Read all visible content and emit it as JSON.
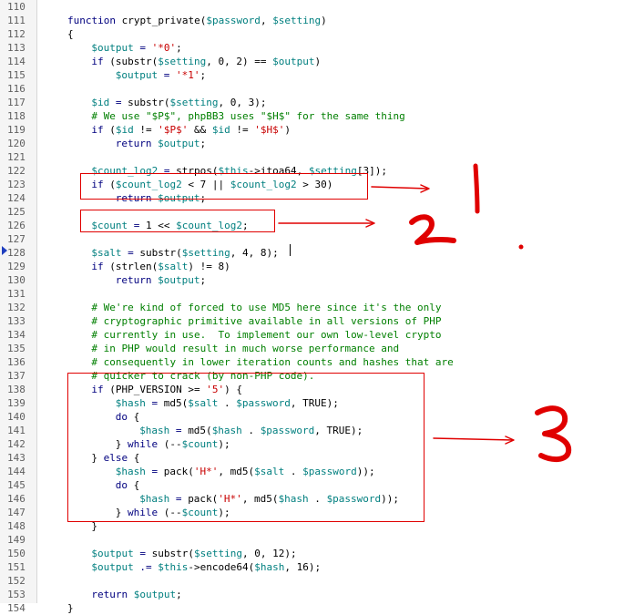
{
  "editor": {
    "lines": [
      {
        "num": "110",
        "tokens": []
      },
      {
        "num": "111",
        "indent": 0,
        "tokens": [
          [
            "kw",
            "function "
          ],
          [
            "pl",
            "crypt_private("
          ],
          [
            "var",
            "$password"
          ],
          [
            "pl",
            ", "
          ],
          [
            "var",
            "$setting"
          ],
          [
            "pl",
            ")"
          ]
        ]
      },
      {
        "num": "112",
        "indent": 0,
        "tokens": [
          [
            "pl",
            "{"
          ]
        ]
      },
      {
        "num": "113",
        "indent": 1,
        "tokens": [
          [
            "var",
            "$output"
          ],
          [
            "op",
            " = "
          ],
          [
            "str",
            "'*0'"
          ],
          [
            "pl",
            ";"
          ]
        ]
      },
      {
        "num": "114",
        "indent": 1,
        "tokens": [
          [
            "kw",
            "if "
          ],
          [
            "pl",
            "(substr("
          ],
          [
            "var",
            "$setting"
          ],
          [
            "pl",
            ", 0, 2) == "
          ],
          [
            "var",
            "$output"
          ],
          [
            "pl",
            ")"
          ]
        ]
      },
      {
        "num": "115",
        "indent": 2,
        "tokens": [
          [
            "var",
            "$output"
          ],
          [
            "op",
            " = "
          ],
          [
            "str",
            "'*1'"
          ],
          [
            "pl",
            ";"
          ]
        ]
      },
      {
        "num": "116",
        "tokens": []
      },
      {
        "num": "117",
        "indent": 1,
        "tokens": [
          [
            "var",
            "$id"
          ],
          [
            "op",
            " = "
          ],
          [
            "pl",
            "substr("
          ],
          [
            "var",
            "$setting"
          ],
          [
            "pl",
            ", 0, 3);"
          ]
        ]
      },
      {
        "num": "118",
        "indent": 1,
        "tokens": [
          [
            "cmt",
            "# We use \"$P$\", phpBB3 uses \"$H$\" for the same thing"
          ]
        ]
      },
      {
        "num": "119",
        "indent": 1,
        "tokens": [
          [
            "kw",
            "if "
          ],
          [
            "pl",
            "("
          ],
          [
            "var",
            "$id"
          ],
          [
            "pl",
            " != "
          ],
          [
            "str",
            "'$P$'"
          ],
          [
            "pl",
            " && "
          ],
          [
            "var",
            "$id"
          ],
          [
            "pl",
            " != "
          ],
          [
            "str",
            "'$H$'"
          ],
          [
            "pl",
            ")"
          ]
        ]
      },
      {
        "num": "120",
        "indent": 2,
        "tokens": [
          [
            "kw",
            "return "
          ],
          [
            "var",
            "$output"
          ],
          [
            "pl",
            ";"
          ]
        ]
      },
      {
        "num": "121",
        "tokens": []
      },
      {
        "num": "122",
        "indent": 1,
        "tokens": [
          [
            "var",
            "$count_log2"
          ],
          [
            "op",
            " = "
          ],
          [
            "pl",
            "strpos("
          ],
          [
            "var",
            "$this"
          ],
          [
            "pl",
            "->itoa64, "
          ],
          [
            "var",
            "$setting"
          ],
          [
            "pl",
            "[3]);"
          ]
        ]
      },
      {
        "num": "123",
        "indent": 1,
        "tokens": [
          [
            "kw",
            "if "
          ],
          [
            "pl",
            "("
          ],
          [
            "var",
            "$count_log2"
          ],
          [
            "pl",
            " < 7 || "
          ],
          [
            "var",
            "$count_log2"
          ],
          [
            "pl",
            " > 30)"
          ]
        ]
      },
      {
        "num": "124",
        "indent": 2,
        "tokens": [
          [
            "kw",
            "return "
          ],
          [
            "var",
            "$output"
          ],
          [
            "pl",
            ";"
          ]
        ]
      },
      {
        "num": "125",
        "tokens": []
      },
      {
        "num": "126",
        "indent": 1,
        "tokens": [
          [
            "var",
            "$count"
          ],
          [
            "op",
            " = "
          ],
          [
            "pl",
            "1 << "
          ],
          [
            "var",
            "$count_log2"
          ],
          [
            "pl",
            ";"
          ]
        ]
      },
      {
        "num": "127",
        "tokens": []
      },
      {
        "num": "128",
        "indent": 1,
        "tokens": [
          [
            "var",
            "$salt"
          ],
          [
            "op",
            " = "
          ],
          [
            "pl",
            "substr("
          ],
          [
            "var",
            "$setting"
          ],
          [
            "pl",
            ", 4, 8);"
          ]
        ]
      },
      {
        "num": "129",
        "indent": 1,
        "tokens": [
          [
            "kw",
            "if "
          ],
          [
            "pl",
            "(strlen("
          ],
          [
            "var",
            "$salt"
          ],
          [
            "pl",
            ") != 8)"
          ]
        ]
      },
      {
        "num": "130",
        "indent": 2,
        "tokens": [
          [
            "kw",
            "return "
          ],
          [
            "var",
            "$output"
          ],
          [
            "pl",
            ";"
          ]
        ]
      },
      {
        "num": "131",
        "tokens": []
      },
      {
        "num": "132",
        "indent": 1,
        "tokens": [
          [
            "cmt",
            "# We're kind of forced to use MD5 here since it's the only"
          ]
        ]
      },
      {
        "num": "133",
        "indent": 1,
        "tokens": [
          [
            "cmt",
            "# cryptographic primitive available in all versions of PHP"
          ]
        ]
      },
      {
        "num": "134",
        "indent": 1,
        "tokens": [
          [
            "cmt",
            "# currently in use.  To implement our own low-level crypto"
          ]
        ]
      },
      {
        "num": "135",
        "indent": 1,
        "tokens": [
          [
            "cmt",
            "# in PHP would result in much worse performance and"
          ]
        ]
      },
      {
        "num": "136",
        "indent": 1,
        "tokens": [
          [
            "cmt",
            "# consequently in lower iteration counts and hashes that are"
          ]
        ]
      },
      {
        "num": "137",
        "indent": 1,
        "tokens": [
          [
            "cmt",
            "# quicker to crack (by non-PHP code)."
          ]
        ]
      },
      {
        "num": "138",
        "indent": 1,
        "tokens": [
          [
            "kw",
            "if "
          ],
          [
            "pl",
            "(PHP_VERSION >= "
          ],
          [
            "str",
            "'5'"
          ],
          [
            "pl",
            ") {"
          ]
        ]
      },
      {
        "num": "139",
        "indent": 2,
        "tokens": [
          [
            "var",
            "$hash"
          ],
          [
            "op",
            " = "
          ],
          [
            "pl",
            "md5("
          ],
          [
            "var",
            "$salt"
          ],
          [
            "pl",
            " . "
          ],
          [
            "var",
            "$password"
          ],
          [
            "pl",
            ", TRUE);"
          ]
        ]
      },
      {
        "num": "140",
        "indent": 2,
        "tokens": [
          [
            "kw",
            "do "
          ],
          [
            "pl",
            "{"
          ]
        ]
      },
      {
        "num": "141",
        "indent": 3,
        "tokens": [
          [
            "var",
            "$hash"
          ],
          [
            "op",
            " = "
          ],
          [
            "pl",
            "md5("
          ],
          [
            "var",
            "$hash"
          ],
          [
            "pl",
            " . "
          ],
          [
            "var",
            "$password"
          ],
          [
            "pl",
            ", TRUE);"
          ]
        ]
      },
      {
        "num": "142",
        "indent": 2,
        "tokens": [
          [
            "pl",
            "} "
          ],
          [
            "kw",
            "while "
          ],
          [
            "pl",
            "(--"
          ],
          [
            "var",
            "$count"
          ],
          [
            "pl",
            ");"
          ]
        ]
      },
      {
        "num": "143",
        "indent": 1,
        "tokens": [
          [
            "pl",
            "} "
          ],
          [
            "kw",
            "else "
          ],
          [
            "pl",
            "{"
          ]
        ]
      },
      {
        "num": "144",
        "indent": 2,
        "tokens": [
          [
            "var",
            "$hash"
          ],
          [
            "op",
            " = "
          ],
          [
            "pl",
            "pack("
          ],
          [
            "str",
            "'H*'"
          ],
          [
            "pl",
            ", md5("
          ],
          [
            "var",
            "$salt"
          ],
          [
            "pl",
            " . "
          ],
          [
            "var",
            "$password"
          ],
          [
            "pl",
            "));"
          ]
        ]
      },
      {
        "num": "145",
        "indent": 2,
        "tokens": [
          [
            "kw",
            "do "
          ],
          [
            "pl",
            "{"
          ]
        ]
      },
      {
        "num": "146",
        "indent": 3,
        "tokens": [
          [
            "var",
            "$hash"
          ],
          [
            "op",
            " = "
          ],
          [
            "pl",
            "pack("
          ],
          [
            "str",
            "'H*'"
          ],
          [
            "pl",
            ", md5("
          ],
          [
            "var",
            "$hash"
          ],
          [
            "pl",
            " . "
          ],
          [
            "var",
            "$password"
          ],
          [
            "pl",
            "));"
          ]
        ]
      },
      {
        "num": "147",
        "indent": 2,
        "tokens": [
          [
            "pl",
            "} "
          ],
          [
            "kw",
            "while "
          ],
          [
            "pl",
            "(--"
          ],
          [
            "var",
            "$count"
          ],
          [
            "pl",
            ");"
          ]
        ]
      },
      {
        "num": "148",
        "indent": 1,
        "tokens": [
          [
            "pl",
            "}"
          ]
        ]
      },
      {
        "num": "149",
        "tokens": []
      },
      {
        "num": "150",
        "indent": 1,
        "tokens": [
          [
            "var",
            "$output"
          ],
          [
            "op",
            " = "
          ],
          [
            "pl",
            "substr("
          ],
          [
            "var",
            "$setting"
          ],
          [
            "pl",
            ", 0, 12);"
          ]
        ]
      },
      {
        "num": "151",
        "indent": 1,
        "tokens": [
          [
            "var",
            "$output"
          ],
          [
            "op",
            " .= "
          ],
          [
            "var",
            "$this"
          ],
          [
            "pl",
            "->encode64("
          ],
          [
            "var",
            "$hash"
          ],
          [
            "pl",
            ", 16);"
          ]
        ]
      },
      {
        "num": "152",
        "tokens": []
      },
      {
        "num": "153",
        "indent": 1,
        "tokens": [
          [
            "kw",
            "return "
          ],
          [
            "var",
            "$output"
          ],
          [
            "pl",
            ";"
          ]
        ]
      },
      {
        "num": "154",
        "indent": 0,
        "tokens": [
          [
            "pl",
            "}"
          ]
        ]
      }
    ]
  },
  "annotations": {
    "color": "#e00000",
    "labels": [
      "1",
      "2",
      "3"
    ]
  },
  "colors": {
    "keyword": "#00007f",
    "variable": "#007f7f",
    "string": "#c80000",
    "comment": "#007f00",
    "line_number": "#606060",
    "current_line_marker": "#1f3fbf"
  }
}
